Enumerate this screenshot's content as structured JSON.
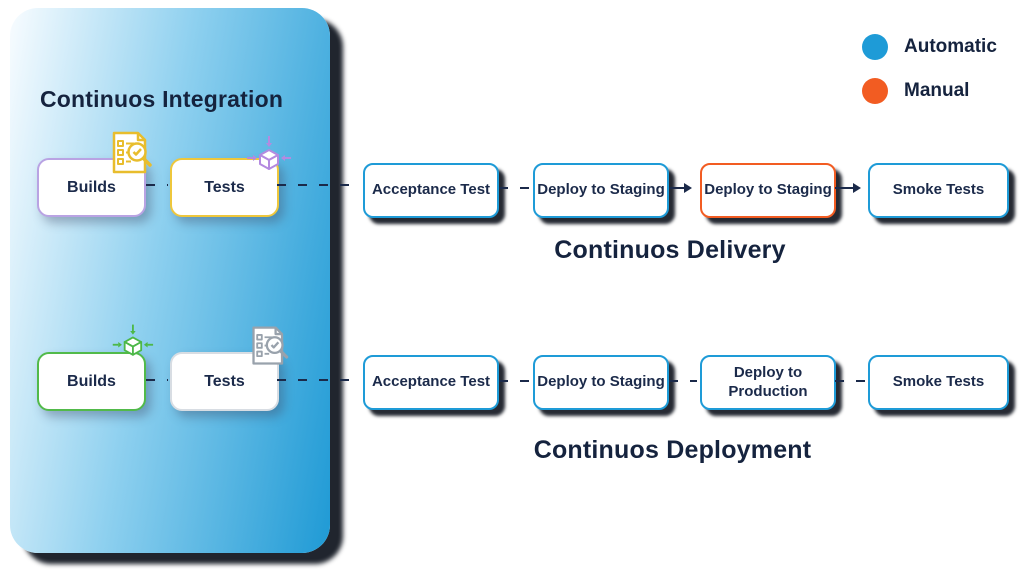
{
  "canvas": {
    "background": "#ffffff"
  },
  "colors": {
    "connector": "#1b2a4a",
    "text": "#1b2a4a",
    "title_text": "#15233e"
  },
  "legend": {
    "items": [
      {
        "label": "Automatic",
        "color": "#1e9bd7"
      },
      {
        "label": "Manual",
        "color": "#f25c22"
      }
    ]
  },
  "panel": {
    "title": "Continuos Integration",
    "gradient": {
      "from": "#f8fcff",
      "mid": "#8ed0ef",
      "to": "#1f9ad5"
    },
    "rows": [
      {
        "boxes": [
          {
            "label": "Builds",
            "border": "#b9a3e3",
            "icon": "checklist-search-icon",
            "icon_color": "#e8bd2d"
          },
          {
            "label": "Tests",
            "border": "#eec73c",
            "icon": "package-cube-icon",
            "icon_color": "#b48ae0"
          }
        ]
      },
      {
        "boxes": [
          {
            "label": "Builds",
            "border": "#52ba4a",
            "icon": "package-cube-icon",
            "icon_color": "#4db848"
          },
          {
            "label": "Tests",
            "border": "#d8dde3",
            "icon": "checklist-search-icon",
            "icon_color": "#99a2ac"
          }
        ]
      }
    ]
  },
  "pipelines": [
    {
      "title": "Continuos Delivery",
      "stages": [
        {
          "label": "Acceptance Test",
          "mode": "automatic",
          "border": "#1e9bd7"
        },
        {
          "label": "Deploy to Staging",
          "mode": "automatic",
          "border": "#1e9bd7"
        },
        {
          "label": "Deploy to Staging",
          "mode": "manual",
          "border": "#f25c22"
        },
        {
          "label": "Smoke Tests",
          "mode": "automatic",
          "border": "#1e9bd7"
        }
      ]
    },
    {
      "title": "Continuos Deployment",
      "stages": [
        {
          "label": "Acceptance Test",
          "mode": "automatic",
          "border": "#1e9bd7"
        },
        {
          "label": "Deploy to Staging",
          "mode": "automatic",
          "border": "#1e9bd7"
        },
        {
          "label": "Deploy to Production",
          "mode": "automatic",
          "border": "#1e9bd7"
        },
        {
          "label": "Smoke Tests",
          "mode": "automatic",
          "border": "#1e9bd7"
        }
      ]
    }
  ]
}
